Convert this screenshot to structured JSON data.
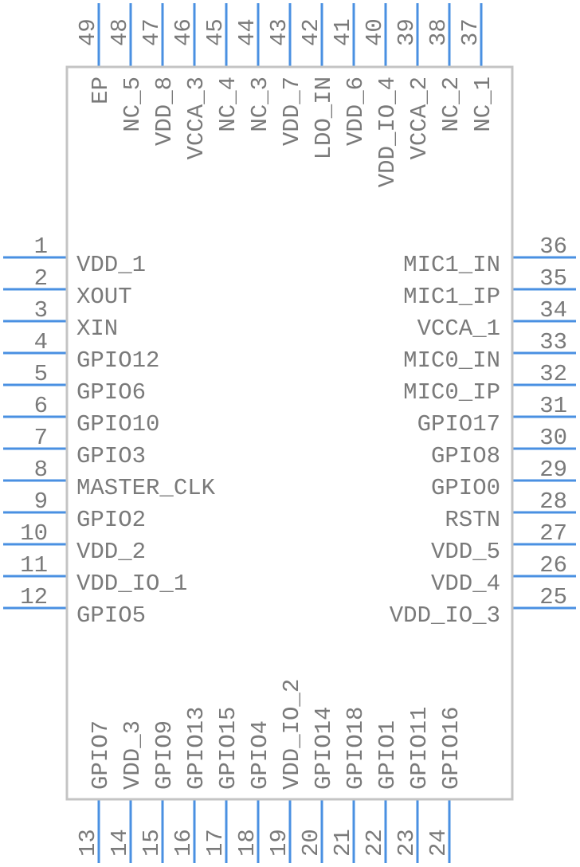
{
  "colors": {
    "pin_line": "#4a90e2",
    "body_outline": "#c4c4c4",
    "text": "#7a7a7a",
    "background": "#ffffff"
  },
  "pins": {
    "left": [
      {
        "num": "1",
        "name": "VDD_1"
      },
      {
        "num": "2",
        "name": "XOUT"
      },
      {
        "num": "3",
        "name": "XIN"
      },
      {
        "num": "4",
        "name": "GPIO12"
      },
      {
        "num": "5",
        "name": "GPIO6"
      },
      {
        "num": "6",
        "name": "GPIO10"
      },
      {
        "num": "7",
        "name": "GPIO3"
      },
      {
        "num": "8",
        "name": "MASTER_CLK"
      },
      {
        "num": "9",
        "name": "GPIO2"
      },
      {
        "num": "10",
        "name": "VDD_2"
      },
      {
        "num": "11",
        "name": "VDD_IO_1"
      },
      {
        "num": "12",
        "name": "GPIO5"
      }
    ],
    "right": [
      {
        "num": "36",
        "name": "MIC1_IN"
      },
      {
        "num": "35",
        "name": "MIC1_IP"
      },
      {
        "num": "34",
        "name": "VCCA_1"
      },
      {
        "num": "33",
        "name": "MIC0_IN"
      },
      {
        "num": "32",
        "name": "MIC0_IP"
      },
      {
        "num": "31",
        "name": "GPIO17"
      },
      {
        "num": "30",
        "name": "GPIO8"
      },
      {
        "num": "29",
        "name": "GPIO0"
      },
      {
        "num": "28",
        "name": "RSTN"
      },
      {
        "num": "27",
        "name": "VDD_5"
      },
      {
        "num": "26",
        "name": "VDD_4"
      },
      {
        "num": "25",
        "name": "VDD_IO_3"
      }
    ],
    "top": [
      {
        "num": "49",
        "name": "EP"
      },
      {
        "num": "48",
        "name": "NC_5"
      },
      {
        "num": "47",
        "name": "VDD_8"
      },
      {
        "num": "46",
        "name": "VCCA_3"
      },
      {
        "num": "45",
        "name": "NC_4"
      },
      {
        "num": "44",
        "name": "NC_3"
      },
      {
        "num": "43",
        "name": "VDD_7"
      },
      {
        "num": "42",
        "name": "LDO_IN"
      },
      {
        "num": "41",
        "name": "VDD_6"
      },
      {
        "num": "40",
        "name": "VDD_IO_4"
      },
      {
        "num": "39",
        "name": "VCCA_2"
      },
      {
        "num": "38",
        "name": "NC_2"
      },
      {
        "num": "37",
        "name": "NC_1"
      }
    ],
    "bottom": [
      {
        "num": "13",
        "name": "GPIO7"
      },
      {
        "num": "14",
        "name": "VDD_3"
      },
      {
        "num": "15",
        "name": "GPIO9"
      },
      {
        "num": "16",
        "name": "GPIO13"
      },
      {
        "num": "17",
        "name": "GPIO15"
      },
      {
        "num": "18",
        "name": "GPIO4"
      },
      {
        "num": "19",
        "name": "VDD_IO_2"
      },
      {
        "num": "20",
        "name": "GPIO14"
      },
      {
        "num": "21",
        "name": "GPIO18"
      },
      {
        "num": "22",
        "name": "GPIO1"
      },
      {
        "num": "23",
        "name": "GPIO11"
      },
      {
        "num": "24",
        "name": "GPIO16"
      }
    ]
  }
}
